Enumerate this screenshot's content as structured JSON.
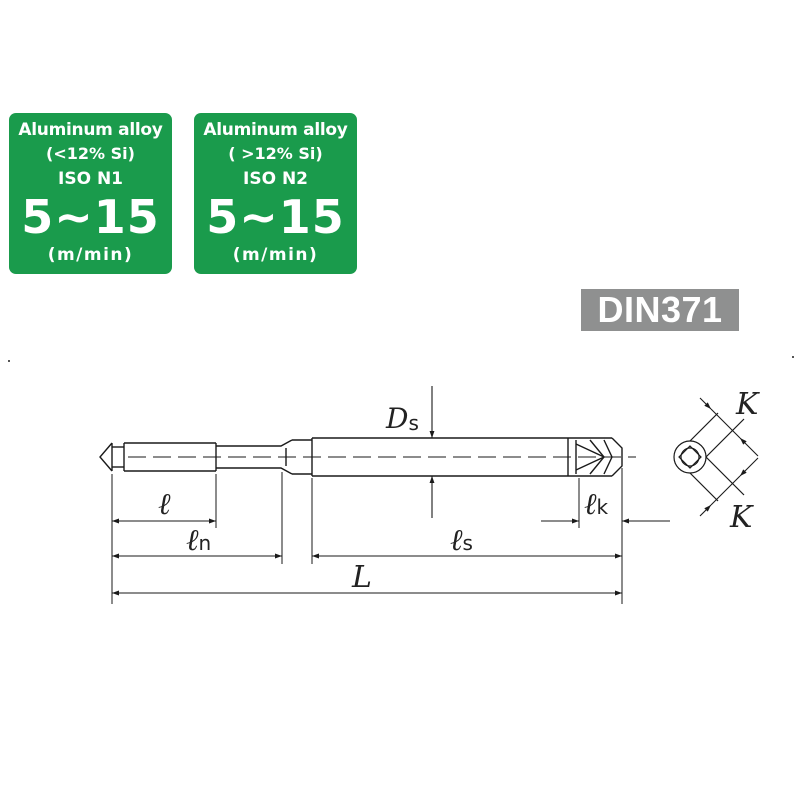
{
  "colors": {
    "badge_green": "#1a9b4c",
    "din_gray": "#8f9090",
    "line": "#1a1a1a"
  },
  "badges": [
    {
      "material": "Aluminum alloy",
      "si": "(<12% Si)",
      "iso": "ISO N1",
      "speed": "5~15",
      "unit": "(m/min)"
    },
    {
      "material": "Aluminum alloy",
      "si": "( >12% Si)",
      "iso": "ISO N2",
      "speed": "5~15",
      "unit": "(m/min)"
    }
  ],
  "standard": "DIN371",
  "dimensions": {
    "Ds": {
      "symbol": "D",
      "sub": "s"
    },
    "K": "K",
    "l": "ℓ",
    "ln": {
      "symbol": "ℓ",
      "sub": "n"
    },
    "ls": {
      "symbol": "ℓ",
      "sub": "s"
    },
    "lk": {
      "symbol": "ℓ",
      "sub": "k"
    },
    "L": "L"
  }
}
